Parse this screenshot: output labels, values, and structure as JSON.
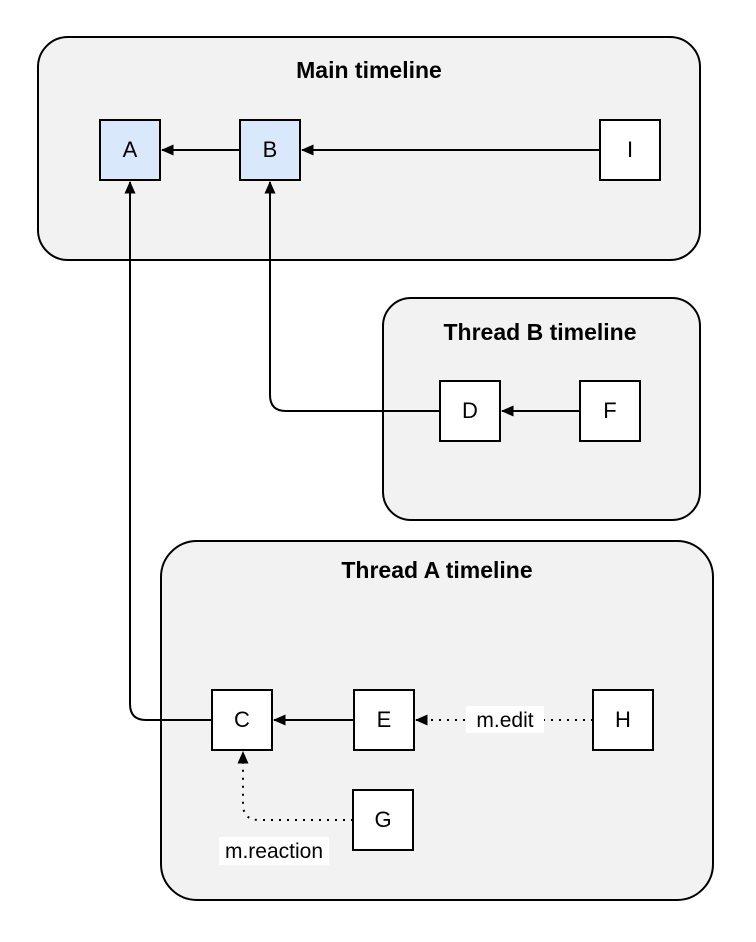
{
  "diagram": {
    "colors": {
      "group_fill": "#f2f2f2",
      "group_stroke": "#000000",
      "node_fill_highlight": "#dae8fc",
      "node_fill_default": "#ffffff",
      "edge_color": "#000000",
      "label_bg": "#ffffff"
    },
    "groups": [
      {
        "id": "main-timeline",
        "title": "Main timeline"
      },
      {
        "id": "thread-b-timeline",
        "title": "Thread B timeline"
      },
      {
        "id": "thread-a-timeline",
        "title": "Thread A timeline"
      }
    ],
    "nodes": [
      {
        "id": "A",
        "label": "A",
        "highlighted": true
      },
      {
        "id": "B",
        "label": "B",
        "highlighted": true
      },
      {
        "id": "I",
        "label": "I",
        "highlighted": false
      },
      {
        "id": "D",
        "label": "D",
        "highlighted": false
      },
      {
        "id": "F",
        "label": "F",
        "highlighted": false
      },
      {
        "id": "C",
        "label": "C",
        "highlighted": false
      },
      {
        "id": "E",
        "label": "E",
        "highlighted": false
      },
      {
        "id": "G",
        "label": "G",
        "highlighted": false
      },
      {
        "id": "H",
        "label": "H",
        "highlighted": false
      }
    ],
    "edges": [
      {
        "from": "B",
        "to": "A",
        "style": "solid",
        "label": ""
      },
      {
        "from": "I",
        "to": "B",
        "style": "solid",
        "label": ""
      },
      {
        "from": "F",
        "to": "D",
        "style": "solid",
        "label": ""
      },
      {
        "from": "E",
        "to": "C",
        "style": "solid",
        "label": ""
      },
      {
        "from": "D",
        "to": "B",
        "style": "solid",
        "label": ""
      },
      {
        "from": "C",
        "to": "A",
        "style": "solid",
        "label": ""
      },
      {
        "from": "H",
        "to": "E",
        "style": "dotted",
        "label": "m.edit"
      },
      {
        "from": "G",
        "to": "C",
        "style": "dotted",
        "label": "m.reaction"
      }
    ]
  }
}
